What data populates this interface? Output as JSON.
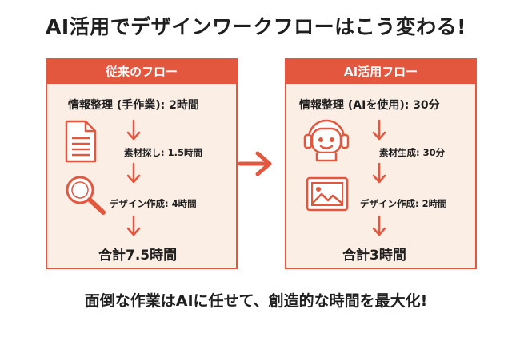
{
  "title": "AI活用でデザインワークフローはこう変わる!",
  "left_panel": {
    "header": "従来のフロー",
    "step1": "情報整理 (手作業): 2時間",
    "step2": "素材探し: 1.5時間",
    "step3": "デザイン作成: 4時間",
    "total": "合計7.5時間"
  },
  "right_panel": {
    "header": "AI活用フロー",
    "step1": "情報整理 (AIを使用): 30分",
    "step2": "素材生成: 30分",
    "step3": "デザイン作成: 2時間",
    "total": "合計3時間"
  },
  "footer": "面倒な作業はAIに任せて、創造的な時間を最大化!",
  "colors": {
    "accent": "#e4573f",
    "panel_bg": "#fbeee4",
    "text": "#1f1f1f"
  },
  "icons": [
    "document-icon",
    "magnifier-icon",
    "robot-icon",
    "image-icon",
    "arrow-right-icon",
    "arrow-down-icon"
  ]
}
